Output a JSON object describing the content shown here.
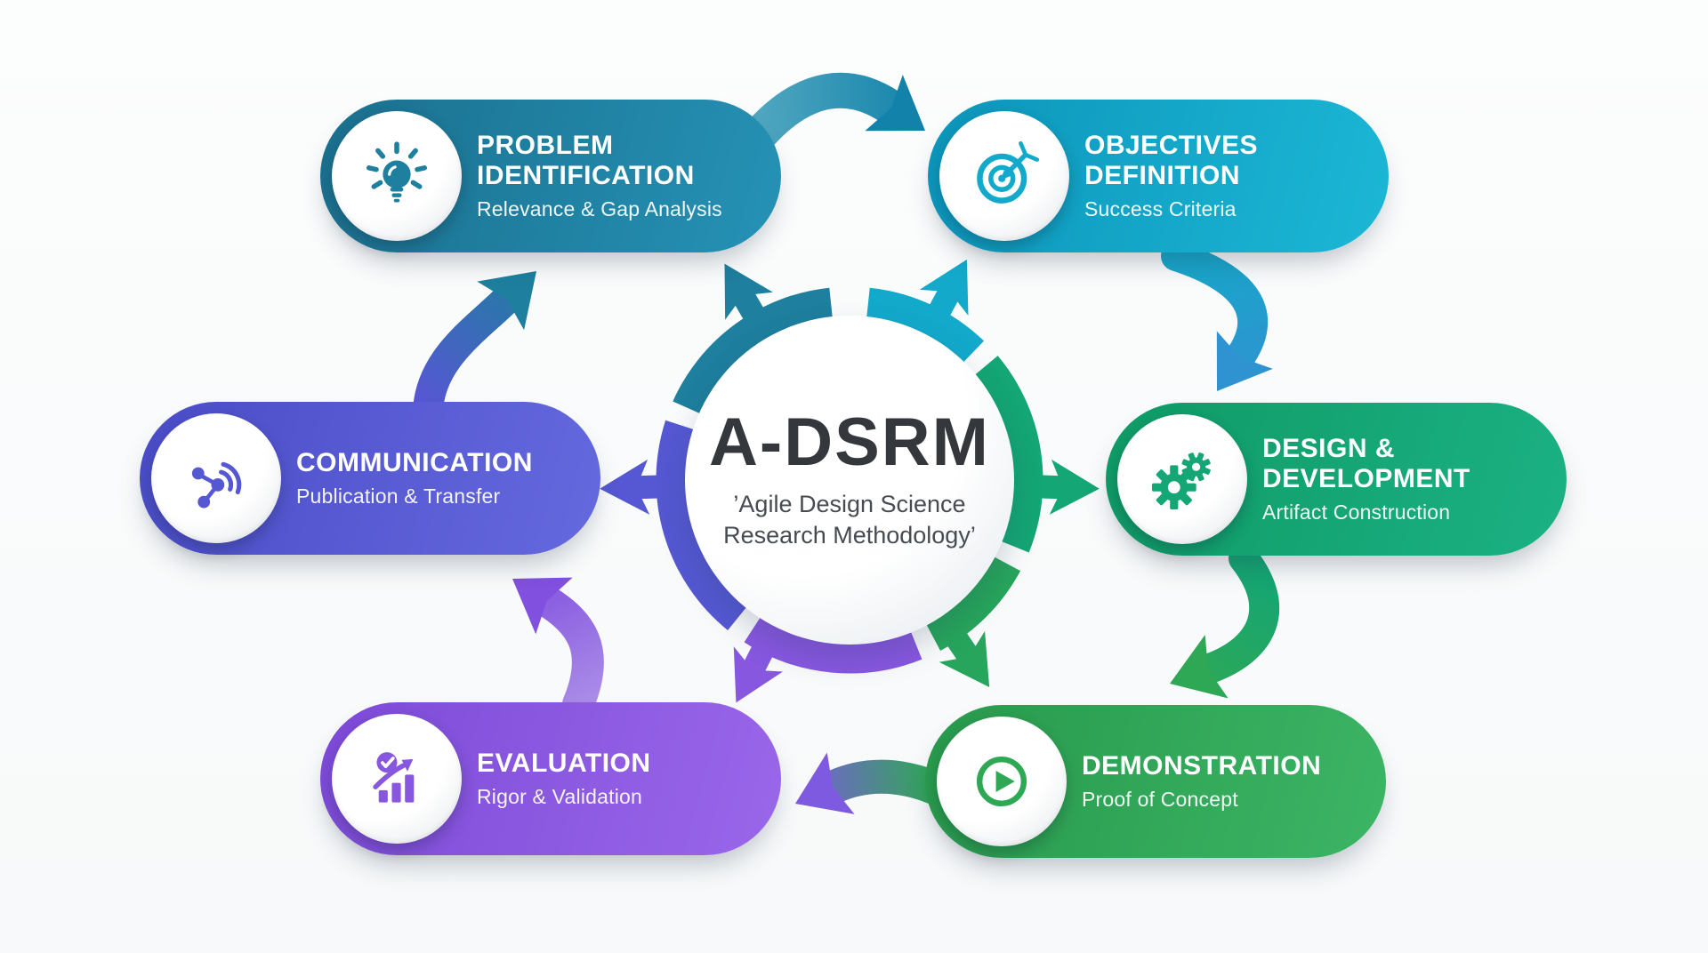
{
  "center": {
    "title": "A-DSRM",
    "subtitle_line1": "’Agile Design Science",
    "subtitle_line2": "Research Methodology’"
  },
  "stages": [
    {
      "id": "problem-identification",
      "title": "PROBLEM IDENTIFICATION",
      "subtitle": "Relevance & Gap Analysis",
      "icon": "lightbulb-icon",
      "color": "#1e7f9e"
    },
    {
      "id": "objectives-definition",
      "title": "OBJECTIVES DEFINITION",
      "subtitle": "Success Criteria",
      "icon": "target-icon",
      "color": "#13a9cb"
    },
    {
      "id": "design-development",
      "title": "DESIGN & DEVELOPMENT",
      "subtitle": "Artifact Construction",
      "icon": "gears-icon",
      "color": "#14a674"
    },
    {
      "id": "demonstration",
      "title": "DEMONSTRATION",
      "subtitle": "Proof of Concept",
      "icon": "play-icon",
      "color": "#2fa855"
    },
    {
      "id": "evaluation",
      "title": "EVALUATION",
      "subtitle": "Rigor & Validation",
      "icon": "chart-growth-check-icon",
      "color": "#8757e0"
    },
    {
      "id": "communication",
      "title": "COMMUNICATION",
      "subtitle": "Publication & Transfer",
      "icon": "share-broadcast-icon",
      "color": "#5558d2"
    }
  ],
  "ring_colors": {
    "teal": "#1e7f9e",
    "cyan": "#13a9cb",
    "emerald": "#14a674",
    "green": "#27a55c",
    "violet": "#8757e0",
    "indigo": "#5558d2"
  }
}
